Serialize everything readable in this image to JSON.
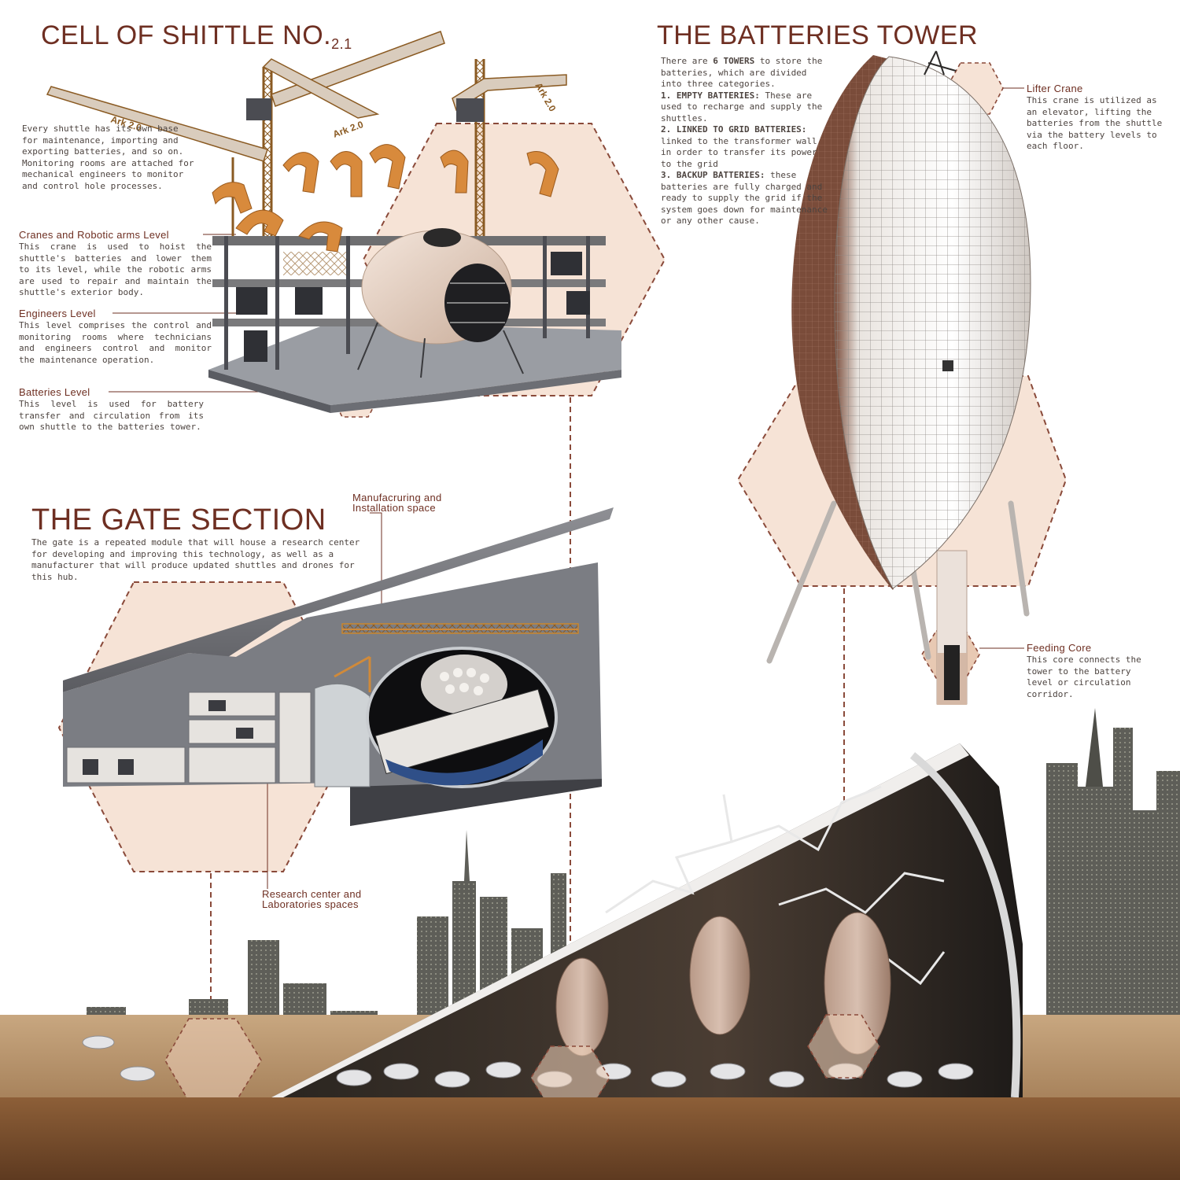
{
  "shuttle_cell": {
    "title": "CELL OF SHITTLE NO.",
    "title_number": "2.1",
    "intro": "Every shuttle has its own base for maintenance, importing and exporting batteries, and so on. Monitoring rooms are attached for mechanical engineers to monitor and control hole processes.",
    "crane_sign": "Ark 2.0",
    "levels": [
      {
        "name": "Cranes and Robotic arms Level",
        "text": "This crane is used to hoist the shuttle's batteries and lower them to its level, while the robotic arms are used to repair and maintain the shuttle's exterior body."
      },
      {
        "name": "Engineers Level",
        "text": "This level comprises the control and monitoring rooms where technicians and engineers control and monitor the maintenance operation."
      },
      {
        "name": "Batteries Level",
        "text": "This level is used for battery transfer and circulation from its own shuttle to the batteries tower."
      }
    ]
  },
  "batteries_tower": {
    "title": "THE BATTERIES TOWER",
    "intro_a": "There are ",
    "intro_b": "6 TOWERS",
    "intro_c": " to store the batteries, which are divided into three categories.",
    "categories": [
      {
        "name": "1. EMPTY BATTERIES:",
        "text": " These are used to recharge and supply the shuttles."
      },
      {
        "name": "2. LINKED TO GRID BATTERIES:",
        "text": " linked to the transformer wall in order to transfer its power to the grid"
      },
      {
        "name": "3. BACKUP BATTERIES:",
        "text": " these batteries are fully charged and ready to supply the grid if the system goes down for maintenance or any other cause."
      }
    ],
    "lifter_crane": {
      "name": "Lifter Crane",
      "text": "This crane is utilized as an elevator, lifting the batteries from the shuttle via the battery levels to each floor."
    },
    "feeding_core": {
      "name": "Feeding Core",
      "text": "This core connects the tower to the battery level or circulation corridor."
    }
  },
  "gate_section": {
    "title": "THE GATE SECTION",
    "intro": "The gate is a repeated module that will house a research center for developing and improving this technology, as well as a manufacturer that will produce updated shuttles and drones for this hub.",
    "manufacturing_label": "Manufacruring and Installation space",
    "research_label": "Research center and Laboratories spaces"
  },
  "colors": {
    "accent": "#6e2f22",
    "hex_fill": "#f6e3d6",
    "dash": "#8a4a3a",
    "crane": "#d08a3a",
    "ground": "#7a5030"
  }
}
